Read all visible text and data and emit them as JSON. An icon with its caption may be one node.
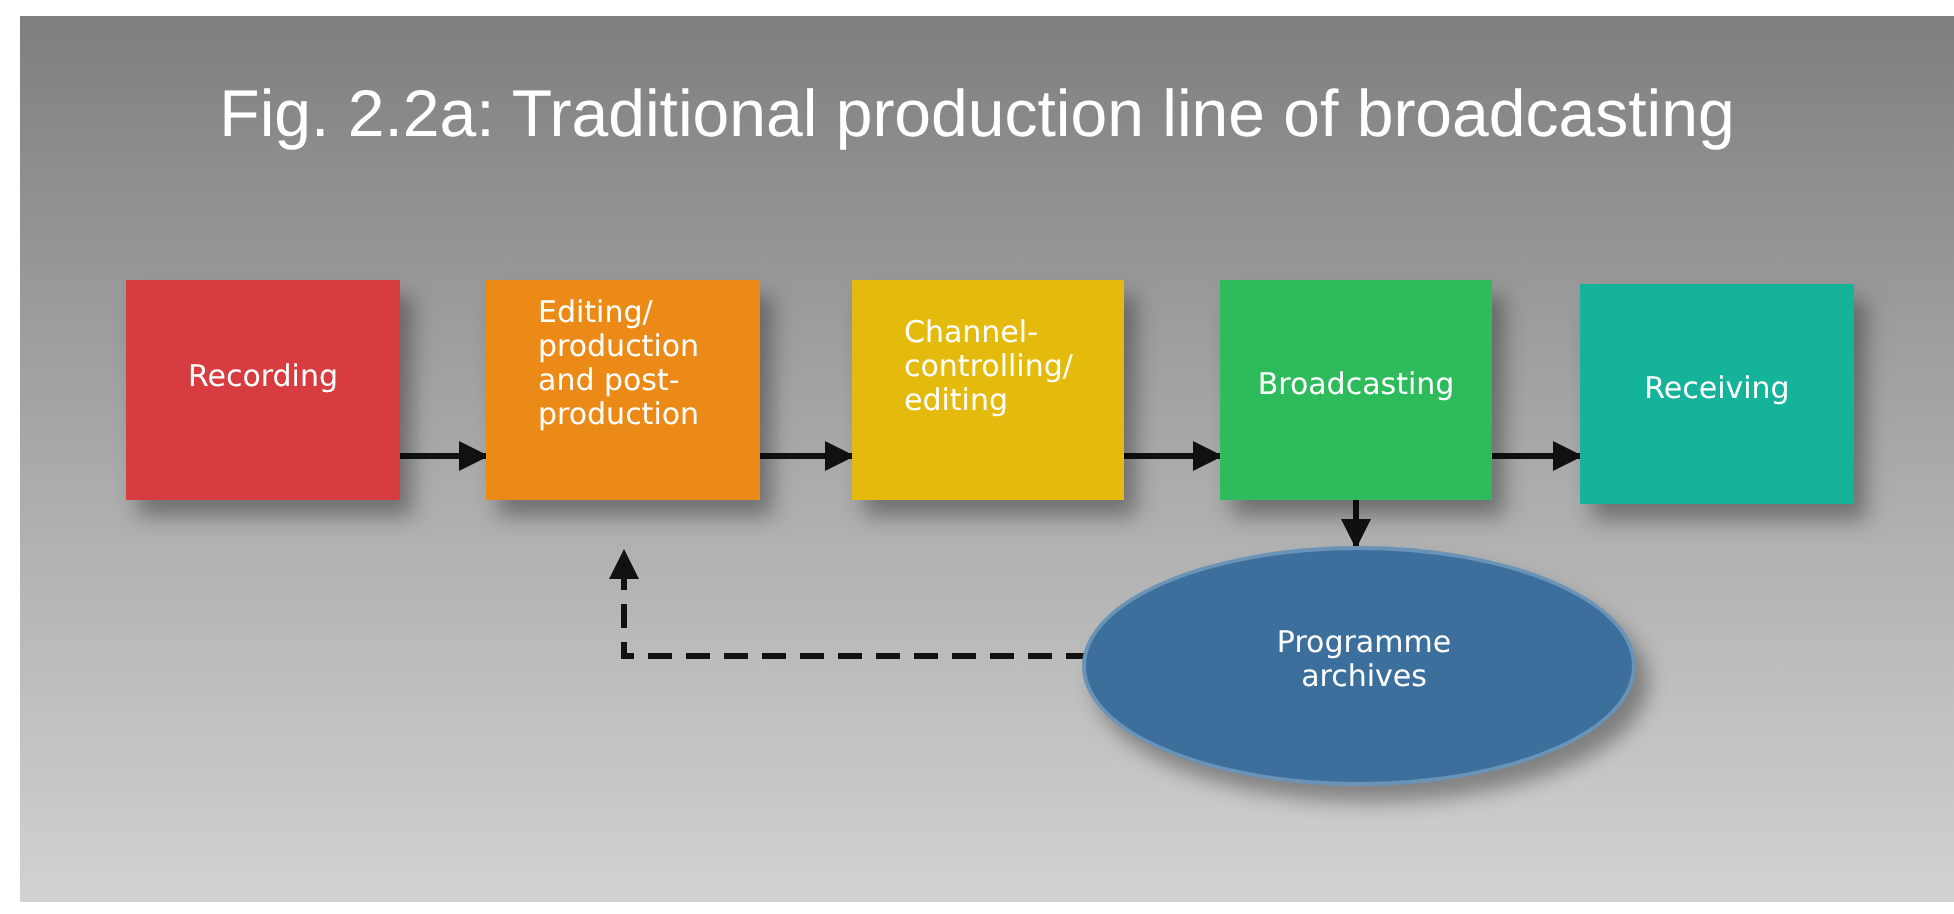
{
  "diagram": {
    "title": "Fig. 2.2a: Traditional production line of broadcasting",
    "nodes": [
      {
        "text": [
          "Recording"
        ]
      },
      {
        "text": [
          "Editing/ production and post-production"
        ]
      },
      {
        "text": [
          "Channel-controlling/ editing"
        ]
      },
      {
        "text": [
          "Broadcasting"
        ]
      },
      {
        "text": [
          "Receiving"
        ]
      },
      {
        "text": [
          "Programme archives"
        ]
      }
    ],
    "edges": [
      {
        "from": 0,
        "to": 1,
        "arrow": "to"
      },
      {
        "from": 1,
        "to": 2,
        "arrow": "to"
      },
      {
        "from": 2,
        "to": 3,
        "arrow": "to"
      },
      {
        "from": 3,
        "to": 4,
        "arrow": "to"
      },
      {
        "from": 3,
        "to": 5,
        "arrow": "to"
      },
      {
        "from": 5,
        "to": 1,
        "arrow": "to",
        "style": "dashed"
      }
    ]
  }
}
